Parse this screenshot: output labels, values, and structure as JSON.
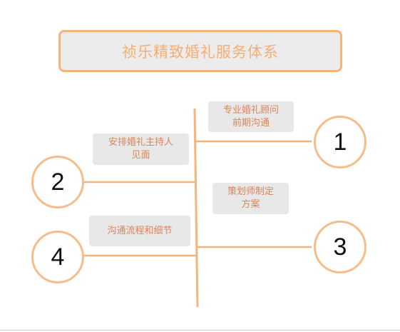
{
  "title": "祯乐精致婚礼服务体系",
  "steps": [
    {
      "number": "1",
      "label": "专业婚礼顾问\n前期沟通"
    },
    {
      "number": "2",
      "label": "安排婚礼主持人\n见面"
    },
    {
      "number": "3",
      "label": "策划师制定\n方案"
    },
    {
      "number": "4",
      "label": "沟通流程和细节"
    }
  ],
  "colors": {
    "accent": "#f6b47a",
    "title_text": "#f6ae72",
    "label_text": "#d9845a",
    "box_fill": "#e8e8e8"
  }
}
